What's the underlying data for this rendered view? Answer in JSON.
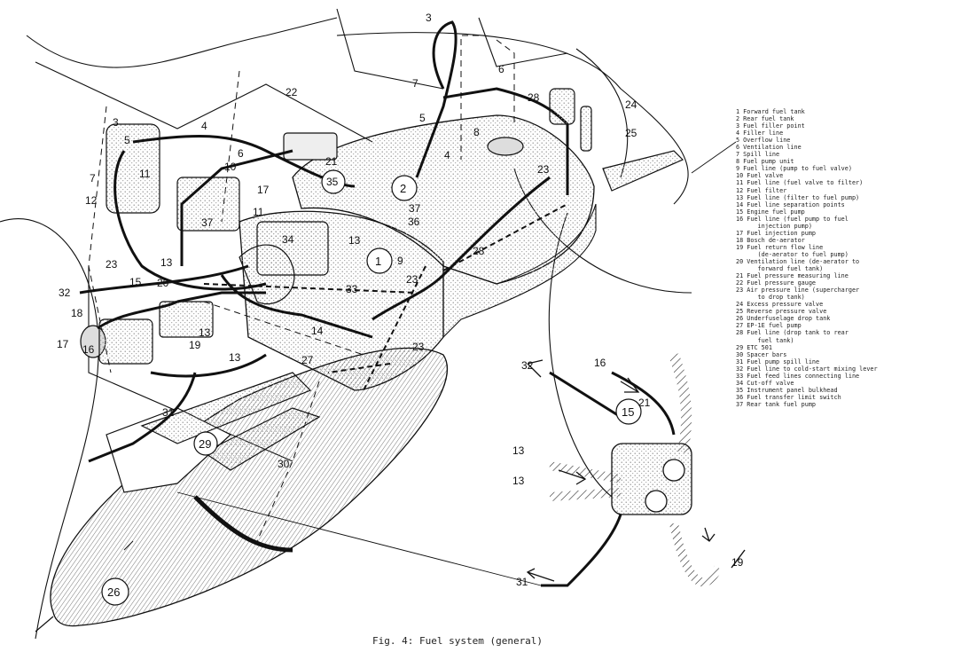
{
  "caption": "Fig. 4: Fuel system (general)",
  "legend": [
    "1 Forward fuel tank",
    "2 Rear fuel tank",
    "3 Fuel filler point",
    "4 Filler line",
    "5 Overflow line",
    "6 Ventilation line",
    "7 Spill line",
    "8 Fuel pump unit",
    "9 Fuel line (pump to fuel valve)",
    "10 Fuel valve",
    "11 Fuel line (fuel valve to filter)",
    "12 Fuel filter",
    "13 Fuel line (filter to fuel pump)",
    "14 Fuel line separation points",
    "15 Engine fuel pump",
    "16 Fuel line (fuel pump to fuel",
    "      injection pump)",
    "17 Fuel injection pump",
    "18 Bosch de-aerator",
    "19 Fuel return flow line",
    "      (de-aerator to fuel pump)",
    "20 Ventilation line (de-aerator to",
    "      forward fuel tank)",
    "21 Fuel pressure measuring line",
    "22 Fuel pressure gauge",
    "23 Air pressure line (supercharger",
    "      to drop tank)",
    "24 Excess pressure valve",
    "25 Reverse pressure valve",
    "26 Underfuselage drop tank",
    "27 EP-1E fuel pump",
    "28 Fuel line (drop tank to rear",
    "      fuel tank)",
    "29 ETC 501",
    "30 Spacer bars",
    "31 Fuel pump spill line",
    "32 Fuel line to cold-start mixing lever",
    "33 Fuel feed lines connecting line",
    "34 Cut-off valve",
    "35 Instrument panel bulkhead",
    "36 Fuel transfer limit switch",
    "37 Rear tank fuel pump"
  ],
  "labels": {
    "l1": "1",
    "l2": "2",
    "l3a": "3",
    "l3b": "3",
    "l4a": "4",
    "l4b": "4",
    "l5a": "5",
    "l5b": "5",
    "l6a": "6",
    "l6b": "6",
    "l7a": "7",
    "l7b": "7",
    "l8": "8",
    "l9": "9",
    "l10": "10",
    "l11a": "11",
    "l11b": "11",
    "l12": "12",
    "l13a": "13",
    "l13b": "13",
    "l13c": "13",
    "l13d": "13",
    "l13e": "13",
    "l13f": "13",
    "l14": "14",
    "l15a": "15",
    "l15b": "15",
    "l16a": "16",
    "l16b": "16",
    "l17a": "17",
    "l17b": "17",
    "l18": "18",
    "l19a": "19",
    "l19b": "19",
    "l20": "20",
    "l21a": "21",
    "l21b": "21",
    "l22": "22",
    "l23a": "23",
    "l23b": "23",
    "l23c": "23",
    "l23d": "23",
    "l24": "24",
    "l25": "25",
    "l26": "26",
    "l27": "27",
    "l28a": "28",
    "l28b": "28",
    "l29": "29",
    "l30": "30",
    "l31a": "31",
    "l31b": "31",
    "l32a": "32",
    "l32b": "32",
    "l33": "33",
    "l34": "34",
    "l35": "35",
    "l36": "36",
    "l37a": "37",
    "l37b": "37"
  },
  "colors": {
    "ink": "#111111",
    "paper": "#ffffff",
    "stipple": "#9a9a9a"
  }
}
